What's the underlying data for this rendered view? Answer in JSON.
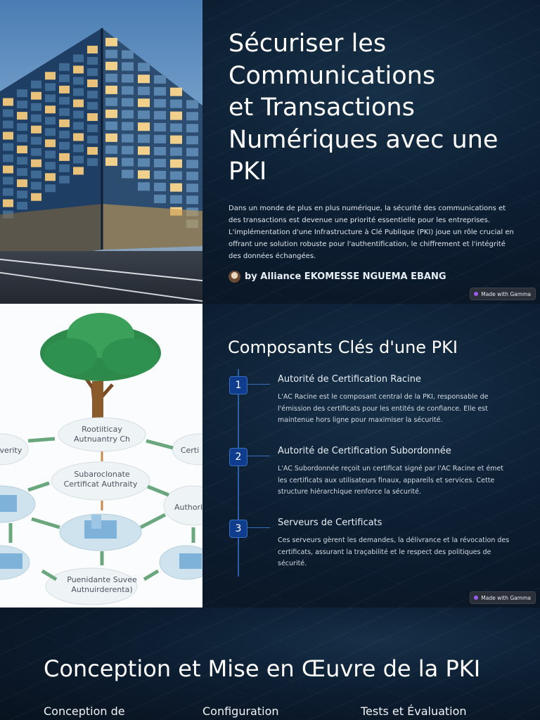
{
  "slide1": {
    "title_lines": [
      "Sécuriser les",
      "Communications",
      "et Transactions",
      "Numériques avec une",
      "PKI"
    ],
    "description": "Dans un monde de plus en plus numérique, la sécurité des communications et des transactions est devenue une priorité essentielle pour les entreprises. L'implémentation d'une Infrastructure à Clé Publique (PKI) joue un rôle crucial en offrant une solution robuste pour l'authentification, le chiffrement et l'intégrité des données échangées.",
    "author": "by Alliance EKOMESSE NGUEMA EBANG",
    "badge": "Made with Gamma"
  },
  "slide2": {
    "title": "Composants Clés d'une PKI",
    "diagram_labels": [
      "Rootiiticay",
      "Autnuantry Ch",
      "Subaroclonate",
      "Certificat Authraity",
      "Certi",
      "Authori",
      "Puenidante Suvee",
      "Autnuirderenta)",
      "everity"
    ],
    "steps": [
      {
        "num": "1",
        "title": "Autorité de Certification Racine",
        "text": "L'AC Racine est le composant central de la PKI, responsable de l'émission des certificats pour les entités de confiance. Elle est maintenue hors ligne pour maximiser la sécurité."
      },
      {
        "num": "2",
        "title": "Autorité de Certification Subordonnée",
        "text": "L'AC Subordonnée reçoit un certificat signé par l'AC Racine et émet les certificats aux utilisateurs finaux, appareils et services. Cette structure hiérarchique renforce la sécurité."
      },
      {
        "num": "3",
        "title": "Serveurs de Certificats",
        "text": "Ces serveurs gèrent les demandes, la délivrance et la révocation des certificats, assurant la traçabilité et le respect des politiques de sécurité."
      }
    ],
    "badge": "Made with Gamma"
  },
  "slide3": {
    "title": "Conception et Mise en Œuvre de la PKI",
    "columns": [
      "Conception de",
      "Configuration",
      "Tests et Évaluation"
    ]
  }
}
